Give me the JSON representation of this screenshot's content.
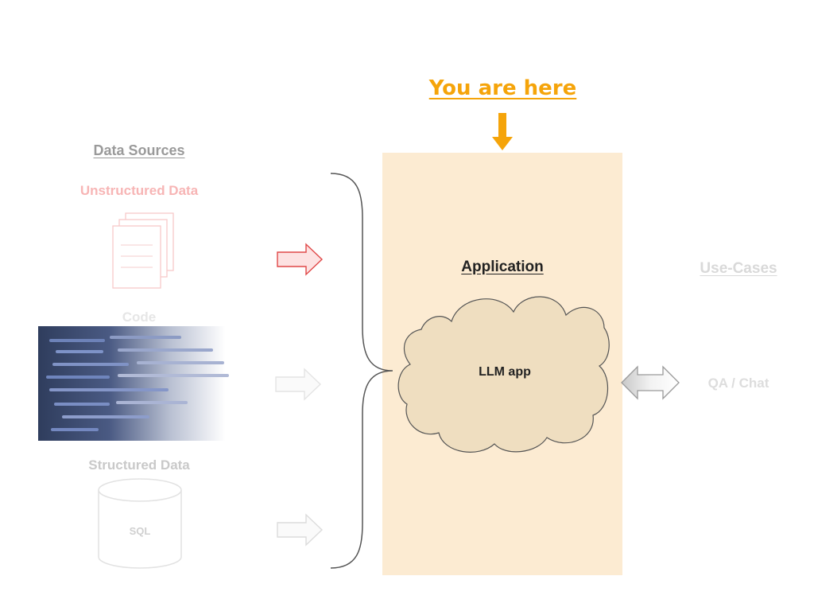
{
  "pointer": {
    "label": "You are here"
  },
  "sources": {
    "title": "Data Sources",
    "unstructured_label": "Unstructured Data",
    "code_label": "Code",
    "structured_label": "Structured Data",
    "db_label": "SQL"
  },
  "application": {
    "title": "Application",
    "cloud_label": "LLM app"
  },
  "use_cases": {
    "title": "Use-Cases",
    "item_label": "QA / Chat"
  },
  "colors": {
    "accent": "#f5a40a",
    "panel": "#fcebd2",
    "cloud_fill": "#efdec0",
    "unstructured": "#f07a7a"
  }
}
